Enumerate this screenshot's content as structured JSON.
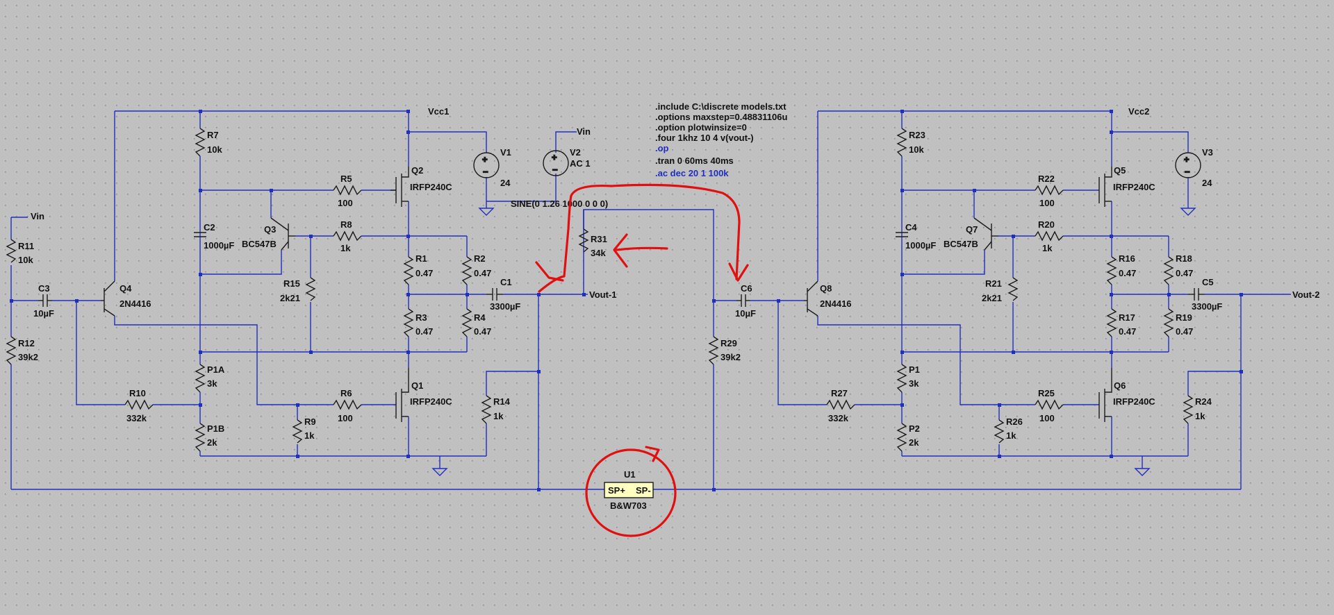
{
  "directives": [
    {
      "text": ".include C:\\discrete models.txt",
      "color": "#111111"
    },
    {
      "text": ".options maxstep=0.48831106u",
      "color": "#111111"
    },
    {
      "text": ".option plotwinsize=0",
      "color": "#111111"
    },
    {
      "text": ".four 1khz 10 4 v(vout-)",
      "color": "#111111"
    },
    {
      "text": ".op",
      "color": "#1f2fbf"
    },
    {
      "text": ".tran 0 60ms 40ms",
      "color": "#111111"
    },
    {
      "text": ".ac dec 20 1 100k",
      "color": "#1f2fbf"
    }
  ],
  "net_labels": {
    "vcc1": "Vcc1",
    "vcc2": "Vcc2",
    "vin_left": "Vin",
    "vin_top": "Vin",
    "vout1": "Vout-1",
    "vout2": "Vout-2"
  },
  "sources": {
    "v1": {
      "name": "V1",
      "value": "24"
    },
    "v2": {
      "name": "V2",
      "value": "AC 1",
      "spec": "SINE(0 1.26 1000 0 0 0)"
    },
    "v3": {
      "name": "V3",
      "value": "24"
    }
  },
  "speaker": {
    "name": "U1",
    "pin_plus": "SP+",
    "pin_minus": "SP-",
    "model": "B&W703"
  },
  "left": {
    "r7": {
      "name": "R7",
      "value": "10k"
    },
    "r5": {
      "name": "R5",
      "value": "100"
    },
    "q2": {
      "name": "Q2",
      "value": "IRFP240C"
    },
    "c2": {
      "name": "C2",
      "value": "1000µF"
    },
    "q3": {
      "name": "Q3",
      "value": "BC547B"
    },
    "r8": {
      "name": "R8",
      "value": "1k"
    },
    "r11": {
      "name": "R11",
      "value": "10k"
    },
    "c3": {
      "name": "C3",
      "value": "10µF"
    },
    "q4": {
      "name": "Q4",
      "value": "2N4416"
    },
    "r15": {
      "name": "R15",
      "value": "2k21"
    },
    "r1": {
      "name": "R1",
      "value": "0.47"
    },
    "r2": {
      "name": "R2",
      "value": "0.47"
    },
    "c1": {
      "name": "C1",
      "value": "3300µF"
    },
    "r3": {
      "name": "R3",
      "value": "0.47"
    },
    "r4": {
      "name": "R4",
      "value": "0.47"
    },
    "r12": {
      "name": "R12",
      "value": "39k2"
    },
    "p1a": {
      "name": "P1A",
      "value": "3k"
    },
    "q1": {
      "name": "Q1",
      "value": "IRFP240C"
    },
    "r14": {
      "name": "R14",
      "value": "1k"
    },
    "r10": {
      "name": "R10",
      "value": "332k"
    },
    "r6": {
      "name": "R6",
      "value": "100"
    },
    "p1b": {
      "name": "P1B",
      "value": "2k"
    },
    "r9": {
      "name": "R9",
      "value": "1k"
    },
    "r31": {
      "name": "R31",
      "value": "34k"
    }
  },
  "right": {
    "r23": {
      "name": "R23",
      "value": "10k"
    },
    "r22": {
      "name": "R22",
      "value": "100"
    },
    "q5": {
      "name": "Q5",
      "value": "IRFP240C"
    },
    "c4": {
      "name": "C4",
      "value": "1000µF"
    },
    "q7": {
      "name": "Q7",
      "value": "BC547B"
    },
    "r20": {
      "name": "R20",
      "value": "1k"
    },
    "c6": {
      "name": "C6",
      "value": "10µF"
    },
    "q8": {
      "name": "Q8",
      "value": "2N4416"
    },
    "r21": {
      "name": "R21",
      "value": "2k21"
    },
    "r16": {
      "name": "R16",
      "value": "0.47"
    },
    "r18": {
      "name": "R18",
      "value": "0.47"
    },
    "c5": {
      "name": "C5",
      "value": "3300µF"
    },
    "r17": {
      "name": "R17",
      "value": "0.47"
    },
    "r19": {
      "name": "R19",
      "value": "0.47"
    },
    "r29": {
      "name": "R29",
      "value": "39k2"
    },
    "p1": {
      "name": "P1",
      "value": "3k"
    },
    "q6": {
      "name": "Q6",
      "value": "IRFP240C"
    },
    "r24": {
      "name": "R24",
      "value": "1k"
    },
    "r27": {
      "name": "R27",
      "value": "332k"
    },
    "r25": {
      "name": "R25",
      "value": "100"
    },
    "p2": {
      "name": "P2",
      "value": "2k"
    },
    "r26": {
      "name": "R26",
      "value": "1k"
    }
  },
  "colors": {
    "background": "#c0c0c0",
    "wire": "#1f2fbf",
    "component": "#1a1a1a",
    "speaker_fill": "#ffffc0",
    "markup": "#e01010"
  }
}
